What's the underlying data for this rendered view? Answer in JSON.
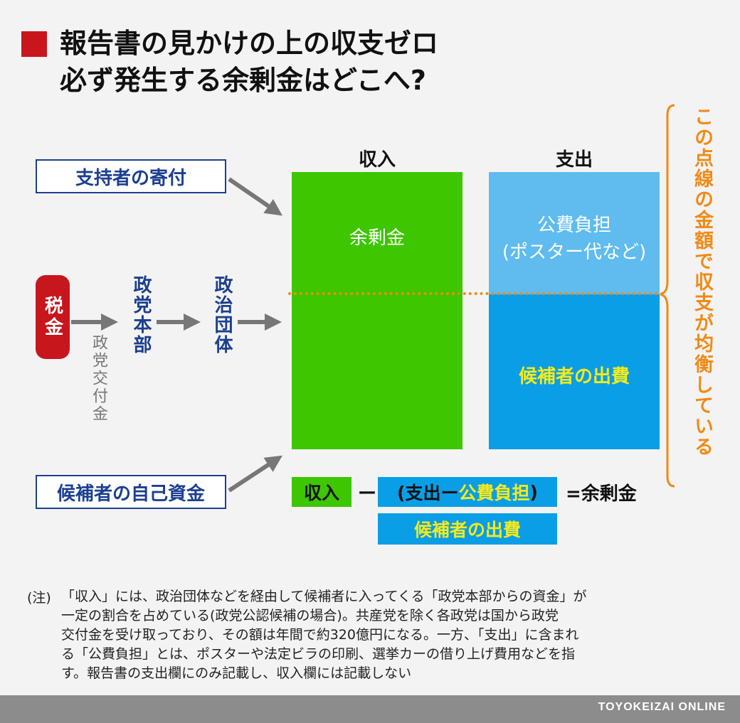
{
  "title": {
    "line1": "報告書の見かけの上の収支ゼロ",
    "line2": "必ず発生する余剰金はどこへ?"
  },
  "column_headers": {
    "income": "収入",
    "expense": "支出"
  },
  "sources": {
    "supporter_donation": "支持者の寄付",
    "candidate_own_funds": "候補者の自己資金",
    "tax": "税金",
    "party_hq": "政党本部",
    "political_group": "政治団体",
    "party_subsidy": "政党交付金"
  },
  "blocks": {
    "surplus": "余剰金",
    "public_burden": "公費負担",
    "public_burden_sub": "(ポスター代など)",
    "candidate_spending": "候補者の出費"
  },
  "balance_note": "この点線の金額で収支が均衡している",
  "equation": {
    "income": "収入",
    "minus": "ー",
    "paren_open": "(支出ー",
    "public_burden": "公費負担",
    "paren_close": ")",
    "equals_result": "=余剰金",
    "candidate_spending": "候補者の出費"
  },
  "note": {
    "label": "(注)",
    "lines": [
      "「収入」には、政治団体などを経由して候補者に入ってくる「政党本部からの資金」が",
      "一定の割合を占めている(政党公認候補の場合)。共産党を除く各政党は国から政党",
      "交付金を受け取っており、その額は年間で約320億円になる。一方、「支出」に含まれ",
      "る「公費負担」とは、ポスターや法定ビラの印刷、選挙カーの借り上げ費用などを指",
      "す。報告書の支出欄にのみ記載し、収入欄には記載しない"
    ]
  },
  "footer": "TOYOKEIZAI ONLINE",
  "colors": {
    "income_green": "#3ec600",
    "public_burden_blue": "#60bcee",
    "candidate_blue": "#0a9ee6",
    "accent_red": "#c8161d",
    "navy": "#1c3f8f",
    "orange": "#f08a16",
    "highlight_yellow": "#f5ea1a"
  }
}
